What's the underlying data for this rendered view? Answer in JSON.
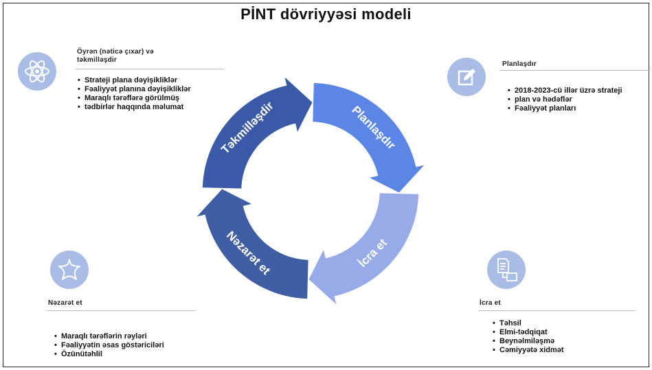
{
  "title": "PİNT dövriyyəsi modeli",
  "cycle": {
    "segments": [
      {
        "label": "Təkmilləşdir",
        "color": "#3a5aa8"
      },
      {
        "label": "Planlaşdır",
        "color": "#5b86e6"
      },
      {
        "label": "İcra et",
        "color": "#98abe9"
      },
      {
        "label": "Nəzarət et",
        "color": "#3f5ea3"
      }
    ]
  },
  "sections": {
    "learn": {
      "icon": "atom-icon",
      "heading_line1": "Öyrən (nəticə çıxar) və",
      "heading_line2": "təkmilləşdir",
      "bullets": [
        "Strateji plana dəyişikliklər",
        "Fəaliyyət planına dəyişikliklər",
        "Maraqlı tərəflərə görülmüş",
        "tədbirlər haqqında məlumat"
      ]
    },
    "plan": {
      "icon": "edit-icon",
      "heading": "Planlaşdır",
      "bullets": [
        "2018-2023-cü illər üzrə strateji",
        "plan və hədəflər",
        "Fəaliyyət planları"
      ]
    },
    "monitor": {
      "icon": "star-icon",
      "heading": "Nəzarət et",
      "bullets": [
        "Maraqlı tərəflərin rəyləri",
        "Fəaliyyətin əsas göstəriciləri",
        "Özünütəhlil"
      ]
    },
    "do": {
      "icon": "document-to-screen-icon",
      "heading": "İcra et",
      "bullets": [
        "Təhsil",
        "Elmi-tədqiqat",
        "Beynəlmiləşmə",
        "Cəmiyyətə xidmət"
      ]
    }
  },
  "colors": {
    "icon_circle": "#a9bce6",
    "rule": "#b9b9b9"
  }
}
